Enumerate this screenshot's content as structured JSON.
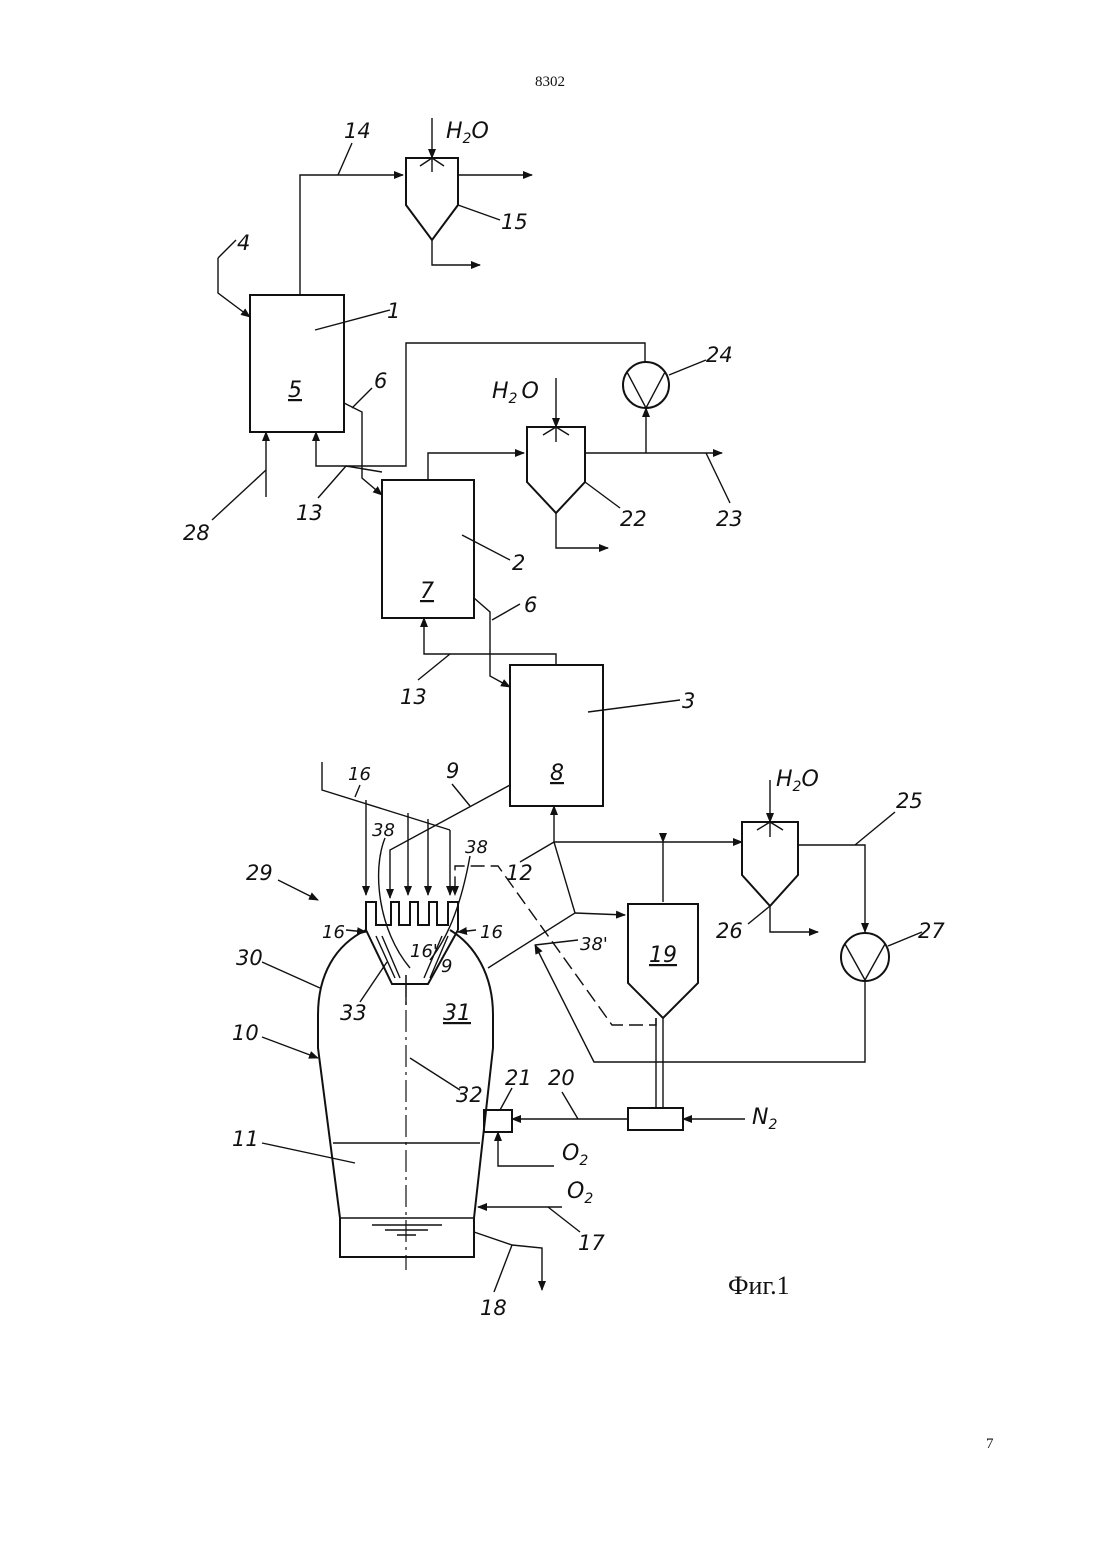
{
  "header": {
    "doc_number": "8302"
  },
  "footer": {
    "page_number": "7"
  },
  "figure": {
    "caption": "Фиг.1"
  },
  "chemicals": {
    "h2o": {
      "main": "H",
      "sub": "2",
      "tail": "O"
    },
    "o2": {
      "main": "O",
      "sub": "2"
    },
    "n2": {
      "main": "N",
      "sub": "2"
    }
  },
  "reactor_numbers": {
    "r1": "5",
    "r2": "7",
    "r3": "8",
    "cyclone": "19",
    "vessel_zone": "31"
  },
  "labels": {
    "l1": "1",
    "l2": "2",
    "l3": "3",
    "l4": "4",
    "l6a": "6",
    "l6b": "6",
    "l9a": "9",
    "l9b": "9",
    "l10": "10",
    "l11": "11",
    "l12": "12",
    "l13a": "13",
    "l13b": "13",
    "l14": "14",
    "l15": "15",
    "l16a": "16",
    "l16b": "16",
    "l16c": "16",
    "l16p": "16'",
    "l17": "17",
    "l18": "18",
    "l20": "20",
    "l21": "21",
    "l22": "22",
    "l23": "23",
    "l24": "24",
    "l25": "25",
    "l26": "26",
    "l27": "27",
    "l28": "28",
    "l29": "29",
    "l30": "30",
    "l32": "32",
    "l33": "33",
    "l38a": "38",
    "l38b": "38",
    "l38p": "38'"
  }
}
